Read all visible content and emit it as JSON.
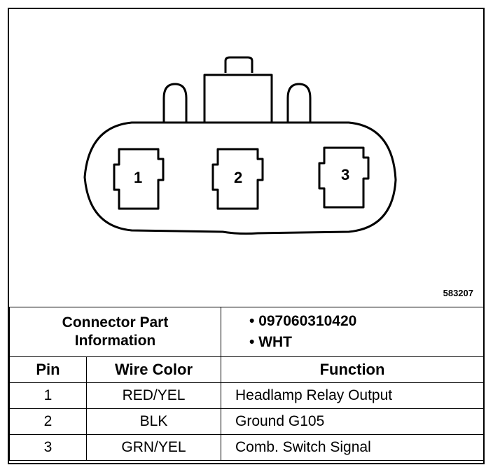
{
  "figure_id": "583207",
  "connector": {
    "pins": [
      "1",
      "2",
      "3"
    ]
  },
  "info": {
    "label_line1": "Connector Part",
    "label_line2": "Information",
    "part_number": "097060310420",
    "color": "WHT"
  },
  "table": {
    "headers": {
      "pin": "Pin",
      "wire_color": "Wire Color",
      "function": "Function"
    },
    "rows": [
      {
        "pin": "1",
        "wire_color": "RED/YEL",
        "function": "Headlamp Relay Output"
      },
      {
        "pin": "2",
        "wire_color": "BLK",
        "function": "Ground G105"
      },
      {
        "pin": "3",
        "wire_color": "GRN/YEL",
        "function": "Comb. Switch Signal"
      }
    ]
  }
}
